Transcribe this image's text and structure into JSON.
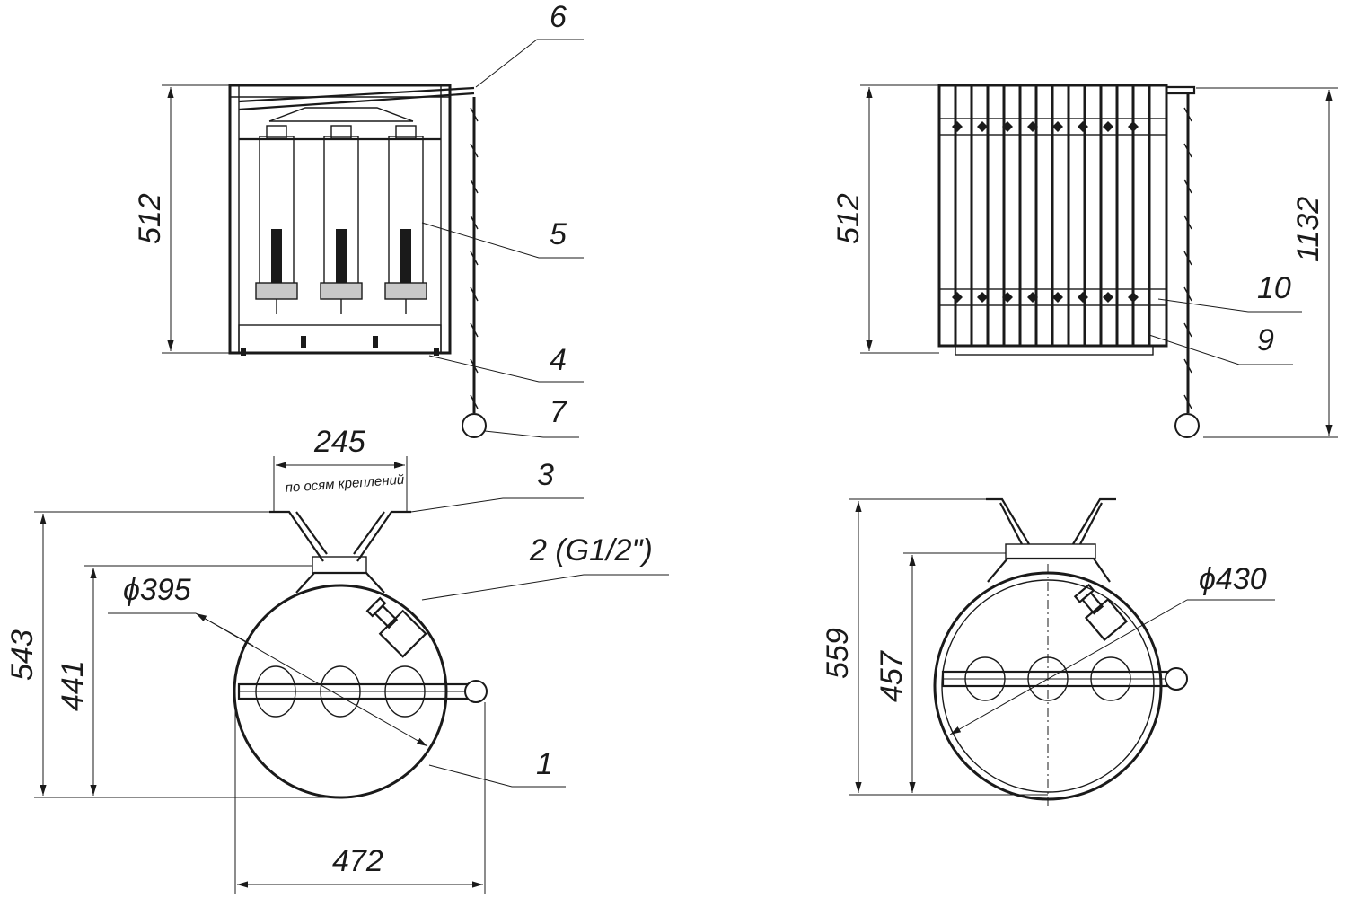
{
  "parts": {
    "p1": "1",
    "p2": "2 (G1/2\")",
    "p3": "3",
    "p4": "4",
    "p5": "5",
    "p6": "6",
    "p7": "7",
    "p9": "9",
    "p10": "10"
  },
  "dimensions": {
    "height_left": "512",
    "height_right": "512",
    "total_right": "1132",
    "mount_spacing": "245",
    "mount_note": "по осям креплений",
    "diameter_left": "ϕ395",
    "diameter_right": "ϕ430",
    "overall_left": "543",
    "body_left": "441",
    "width_left": "472",
    "overall_right": "559",
    "body_right": "457"
  }
}
